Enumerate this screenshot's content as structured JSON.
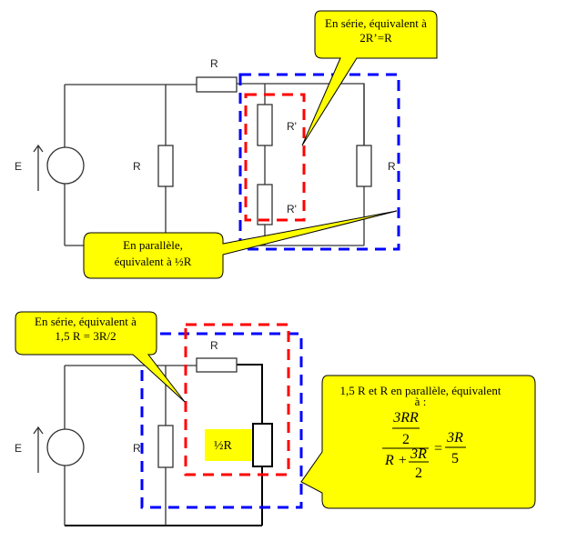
{
  "colors": {
    "callout_fill": "#ffff00",
    "blue_box": "#0000ff",
    "red_box": "#ff0000",
    "wire": "#333333"
  },
  "circuit1": {
    "source_label": "E",
    "r_top": "R",
    "r_left": "R",
    "r_prime_top": "R'",
    "r_prime_bottom": "R'",
    "r_right": "R"
  },
  "callout_series_top": {
    "line1": "En série, équivalent à",
    "line2": "2R’=R"
  },
  "callout_parallel": {
    "line1": "En parallèle,",
    "line2": "équivalent à ½R"
  },
  "circuit2": {
    "source_label": "E",
    "r_left": "R",
    "r_top": "R",
    "half_r_label": "½R"
  },
  "callout_series_bottom": {
    "line1": "En série, équivalent à",
    "line2": "1,5 R = 3R/2"
  },
  "callout_result": {
    "line1": "1,5 R et R en parallèle, équivalent",
    "line2": "à :",
    "num_num": "3RR",
    "num_den": "2",
    "den_left": "R +",
    "den_frac_num": "3R",
    "den_frac_den": "2",
    "equals": "=",
    "res_num": "3R",
    "res_den": "5"
  }
}
